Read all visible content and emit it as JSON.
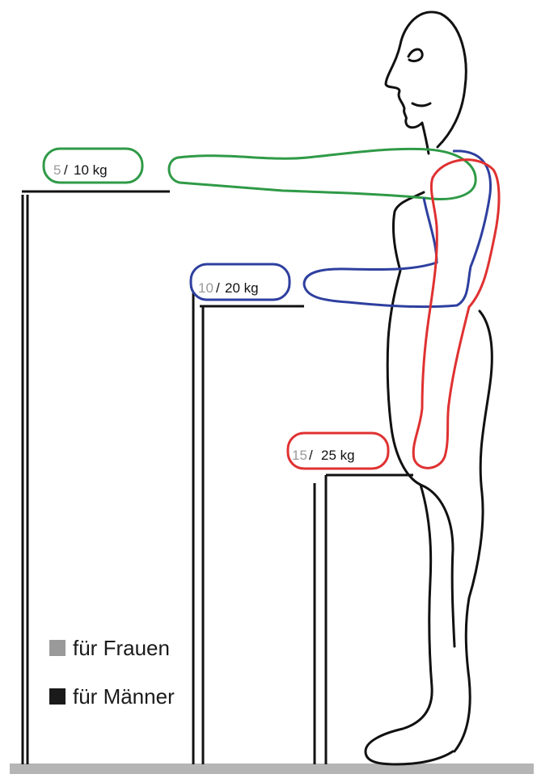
{
  "colors": {
    "green": "#2f9a47",
    "blue": "#2e3f9f",
    "red": "#e03131",
    "women_grey": "#9a9a9a",
    "men_black": "#1a1a1a",
    "floor": "#b5b5b5",
    "outline": "#111111"
  },
  "labels": {
    "high": {
      "women": "5",
      "men": "10 kg",
      "color": "green"
    },
    "middle": {
      "women": "10",
      "men": "20 kg",
      "color": "blue"
    },
    "low": {
      "women": "15",
      "men": "25 kg",
      "color": "red"
    }
  },
  "legend": {
    "women_label": "für Frauen",
    "men_label": "für Männer"
  }
}
